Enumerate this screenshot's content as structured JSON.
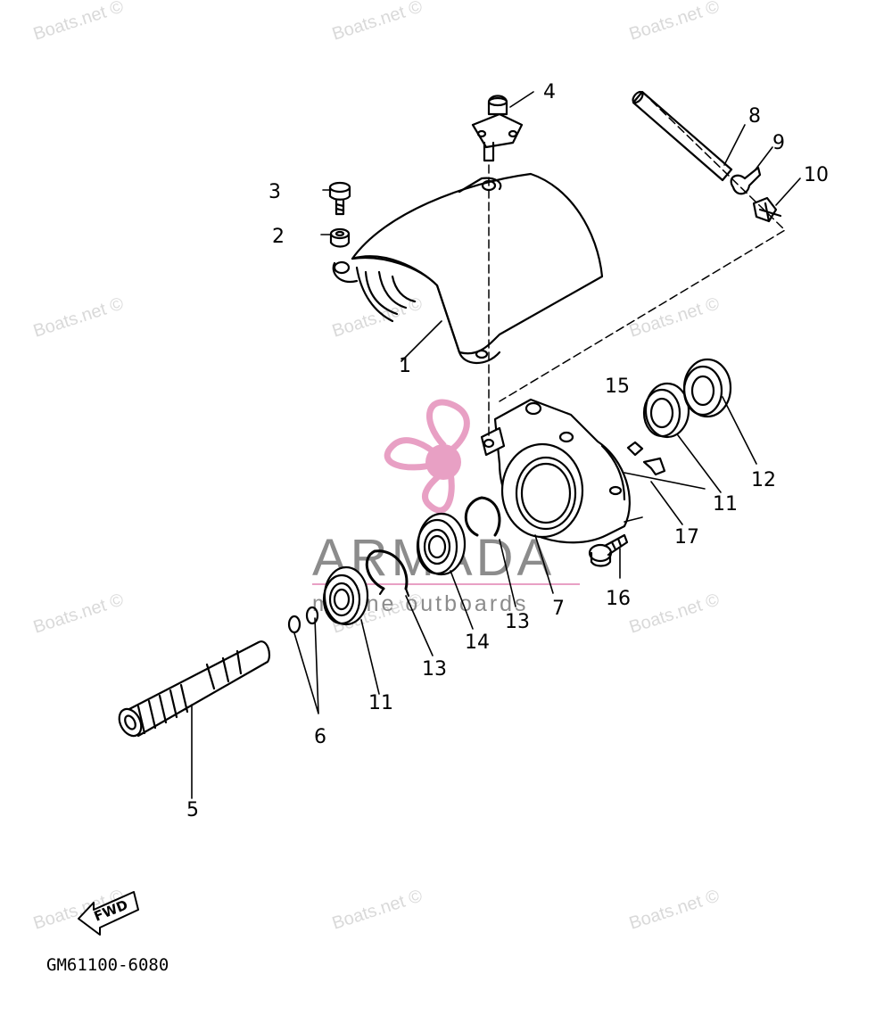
{
  "watermarks": [
    "Boats.net ©",
    "Boats.net ©",
    "Boats.net ©",
    "Boats.net ©",
    "Boats.net ©",
    "Boats.net ©",
    "Boats.net ©",
    "Boats.net ©",
    "Boats.net ©",
    "Boats.net ©",
    "Boats.net ©",
    "Boats.net ©"
  ],
  "brand": {
    "name": "ARMADA",
    "tagline": "marine outboards",
    "accent_color": "#e8a0c4"
  },
  "callouts": {
    "c1": "1",
    "c2": "2",
    "c3": "3",
    "c4": "4",
    "c5": "5",
    "c6": "6",
    "c7": "7",
    "c8": "8",
    "c9": "9",
    "c10": "10",
    "c11a": "11",
    "c11b": "11",
    "c12": "12",
    "c13a": "13",
    "c13b": "13",
    "c14": "14",
    "c15": "15",
    "c16": "16",
    "c17": "17"
  },
  "direction_label": "FWD",
  "diagram_code": "GM61100-6080"
}
